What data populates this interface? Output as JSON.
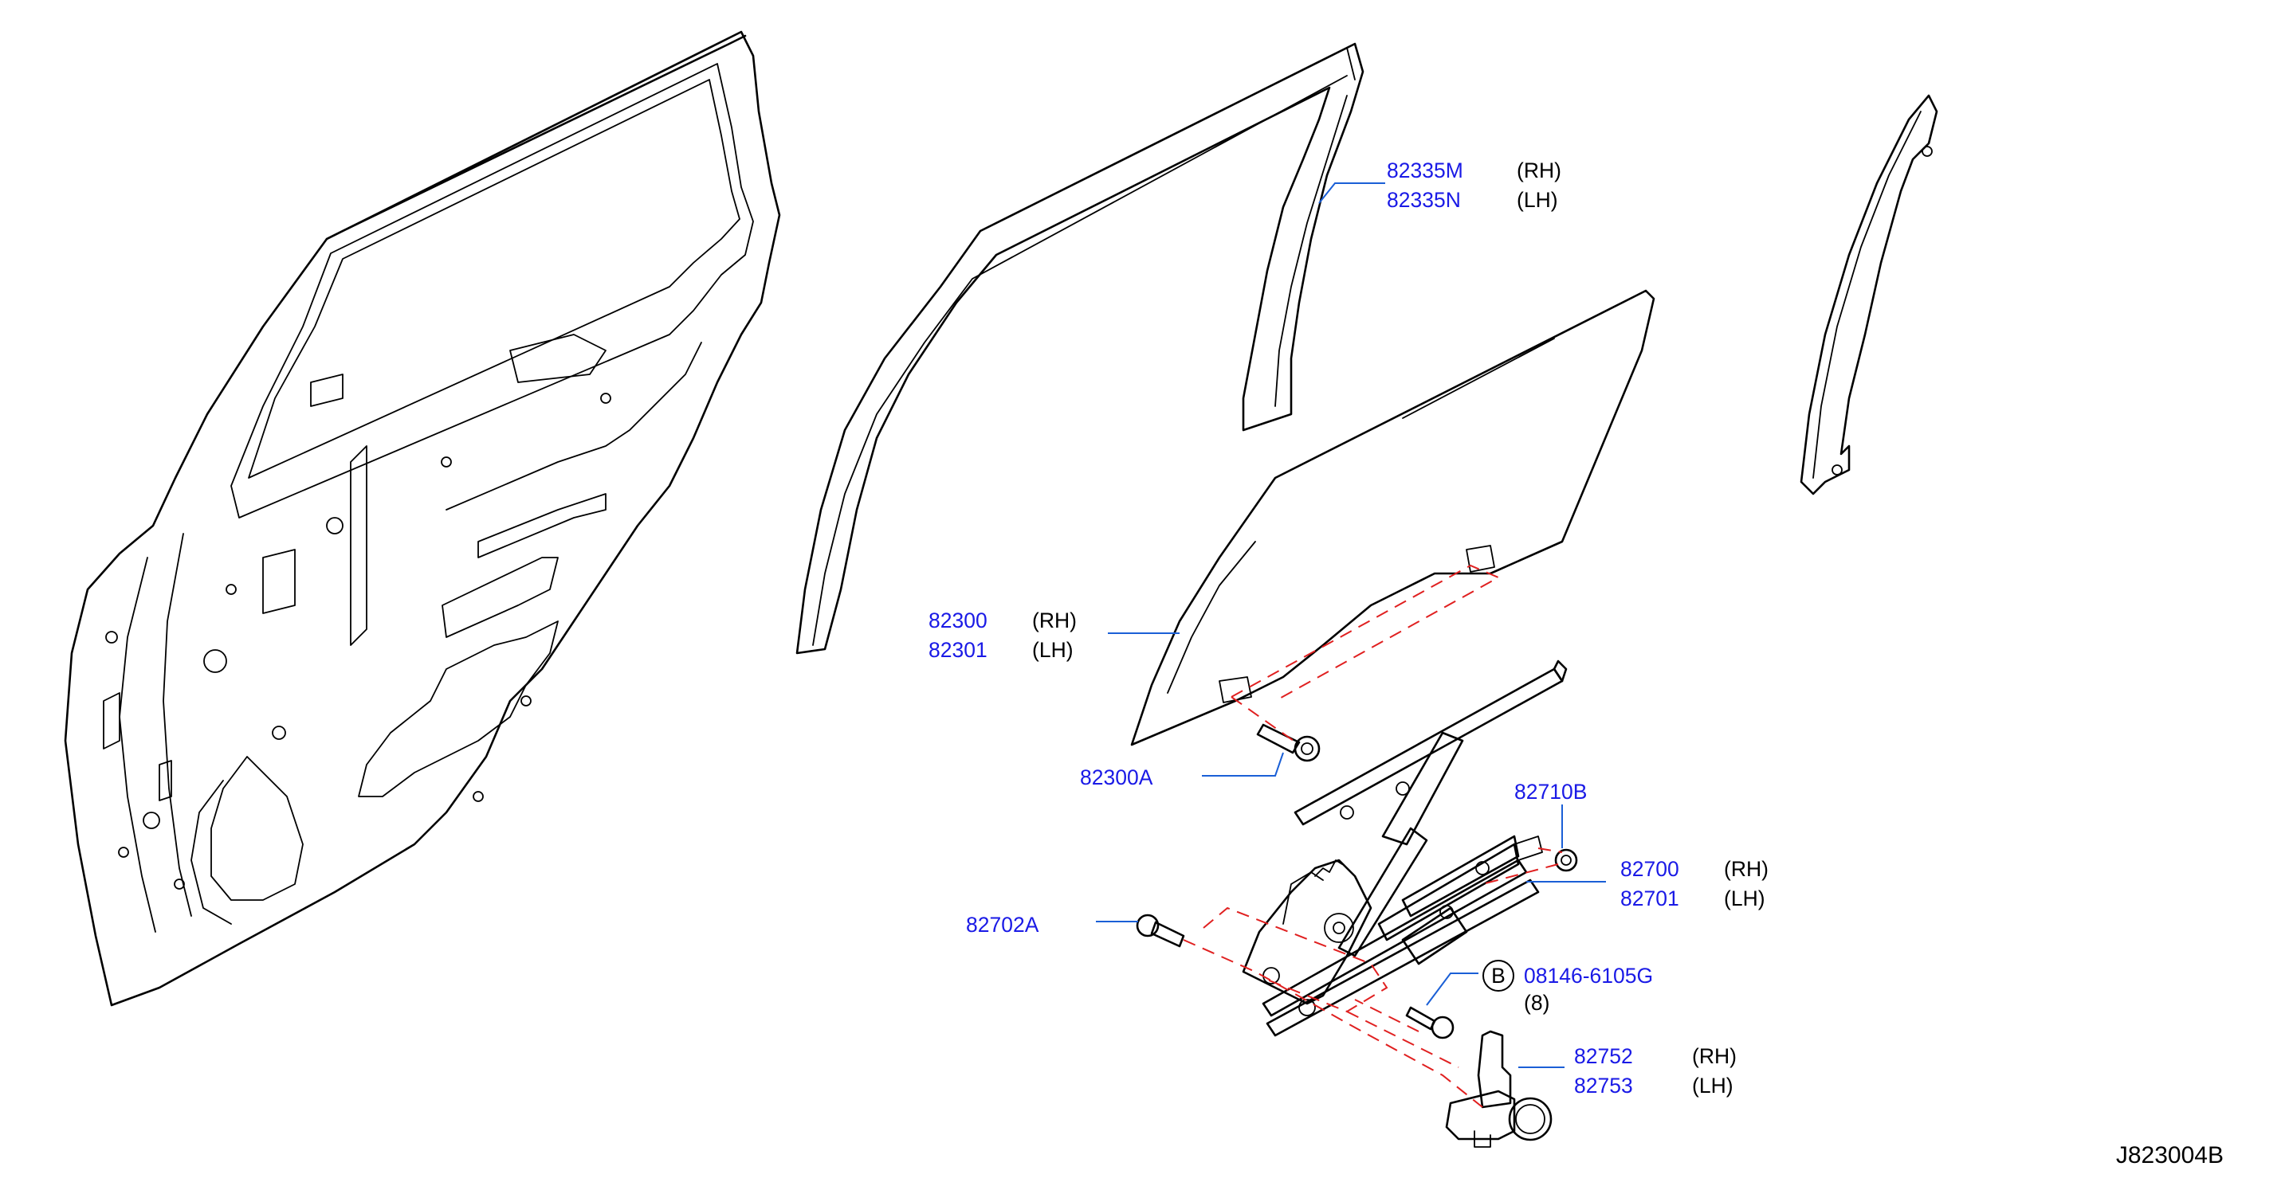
{
  "colors": {
    "part_number": "#1a1ae6",
    "leader_line": "#1a5fd6",
    "phantom_line": "#e02020",
    "outline": "#000000"
  },
  "callouts": {
    "sash_rh": {
      "part": "82335M",
      "side": "(RH)"
    },
    "sash_lh": {
      "part": "82335N",
      "side": "(LH)"
    },
    "glass_rh": {
      "part": "82300",
      "side": "(RH)"
    },
    "glass_lh": {
      "part": "82301",
      "side": "(LH)"
    },
    "glass_bolt": {
      "part": "82300A"
    },
    "nut": {
      "part": "82710B"
    },
    "regulator_rh": {
      "part": "82700",
      "side": "(RH)"
    },
    "regulator_lh": {
      "part": "82701",
      "side": "(LH)"
    },
    "regulator_bolt": {
      "part": "82702A"
    },
    "motor_bolt": {
      "circle": "B",
      "part": "08146-6105G",
      "qty": "(8)"
    },
    "motor_rh": {
      "part": "82752",
      "side": "(RH)"
    },
    "motor_lh": {
      "part": "82753",
      "side": "(LH)"
    }
  },
  "drawing_code": "J823004B"
}
